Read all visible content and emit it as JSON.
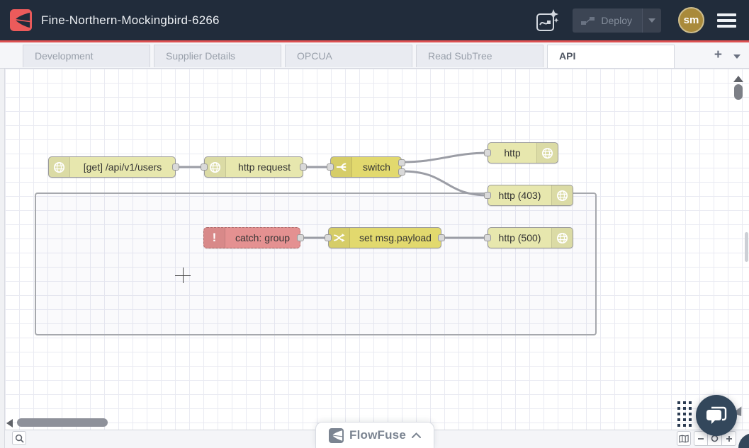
{
  "header": {
    "title": "Fine-Northern-Mockingbird-6266",
    "deploy": {
      "label": "Deploy"
    },
    "avatar": {
      "initials": "sm"
    }
  },
  "tab_bar": {
    "tabs": [
      {
        "label": "Development",
        "active": false
      },
      {
        "label": "Supplier Details",
        "active": false
      },
      {
        "label": "OPCUA",
        "active": false
      },
      {
        "label": "Read SubTree",
        "active": false
      },
      {
        "label": "API",
        "active": true
      }
    ],
    "add_label": "+"
  },
  "flow": {
    "nodes": [
      {
        "id": "get-users",
        "label": "[get] /api/v1/users",
        "type": "http in",
        "color": "#e7e7ae",
        "icon": "globe-icon"
      },
      {
        "id": "http-request",
        "label": "http request",
        "type": "http request",
        "color": "#e7e7ae",
        "icon": "globe-icon"
      },
      {
        "id": "switch",
        "label": "switch",
        "type": "switch",
        "color": "#e2d96e",
        "icon": "fork-icon"
      },
      {
        "id": "http",
        "label": "http",
        "type": "http response",
        "color": "#e7e7ae",
        "icon": "globe-icon"
      },
      {
        "id": "http-403",
        "label": "http (403)",
        "type": "http response",
        "color": "#e7e7ae",
        "icon": "globe-icon"
      },
      {
        "id": "catch-group",
        "label": "catch: group",
        "type": "catch",
        "color": "#e49191",
        "icon": "exclamation-icon"
      },
      {
        "id": "set-payload",
        "label": "set msg.payload",
        "type": "change",
        "color": "#e2d96e",
        "icon": "shuffle-icon"
      },
      {
        "id": "http-500",
        "label": "http (500)",
        "type": "http response",
        "color": "#e7e7ae",
        "icon": "globe-icon"
      }
    ],
    "catch_icon": "!"
  },
  "footer": {
    "brand": "FlowFuse"
  },
  "colors": {
    "header_bg": "#212c3b",
    "accent_red": "#dd5152",
    "node_khaki": "#e7e7ae",
    "node_yellow": "#e2d96e",
    "node_red": "#e49191",
    "wire": "#9b9da5",
    "chat_bg": "#33475b",
    "avatar_bg": "#a98a3b"
  }
}
